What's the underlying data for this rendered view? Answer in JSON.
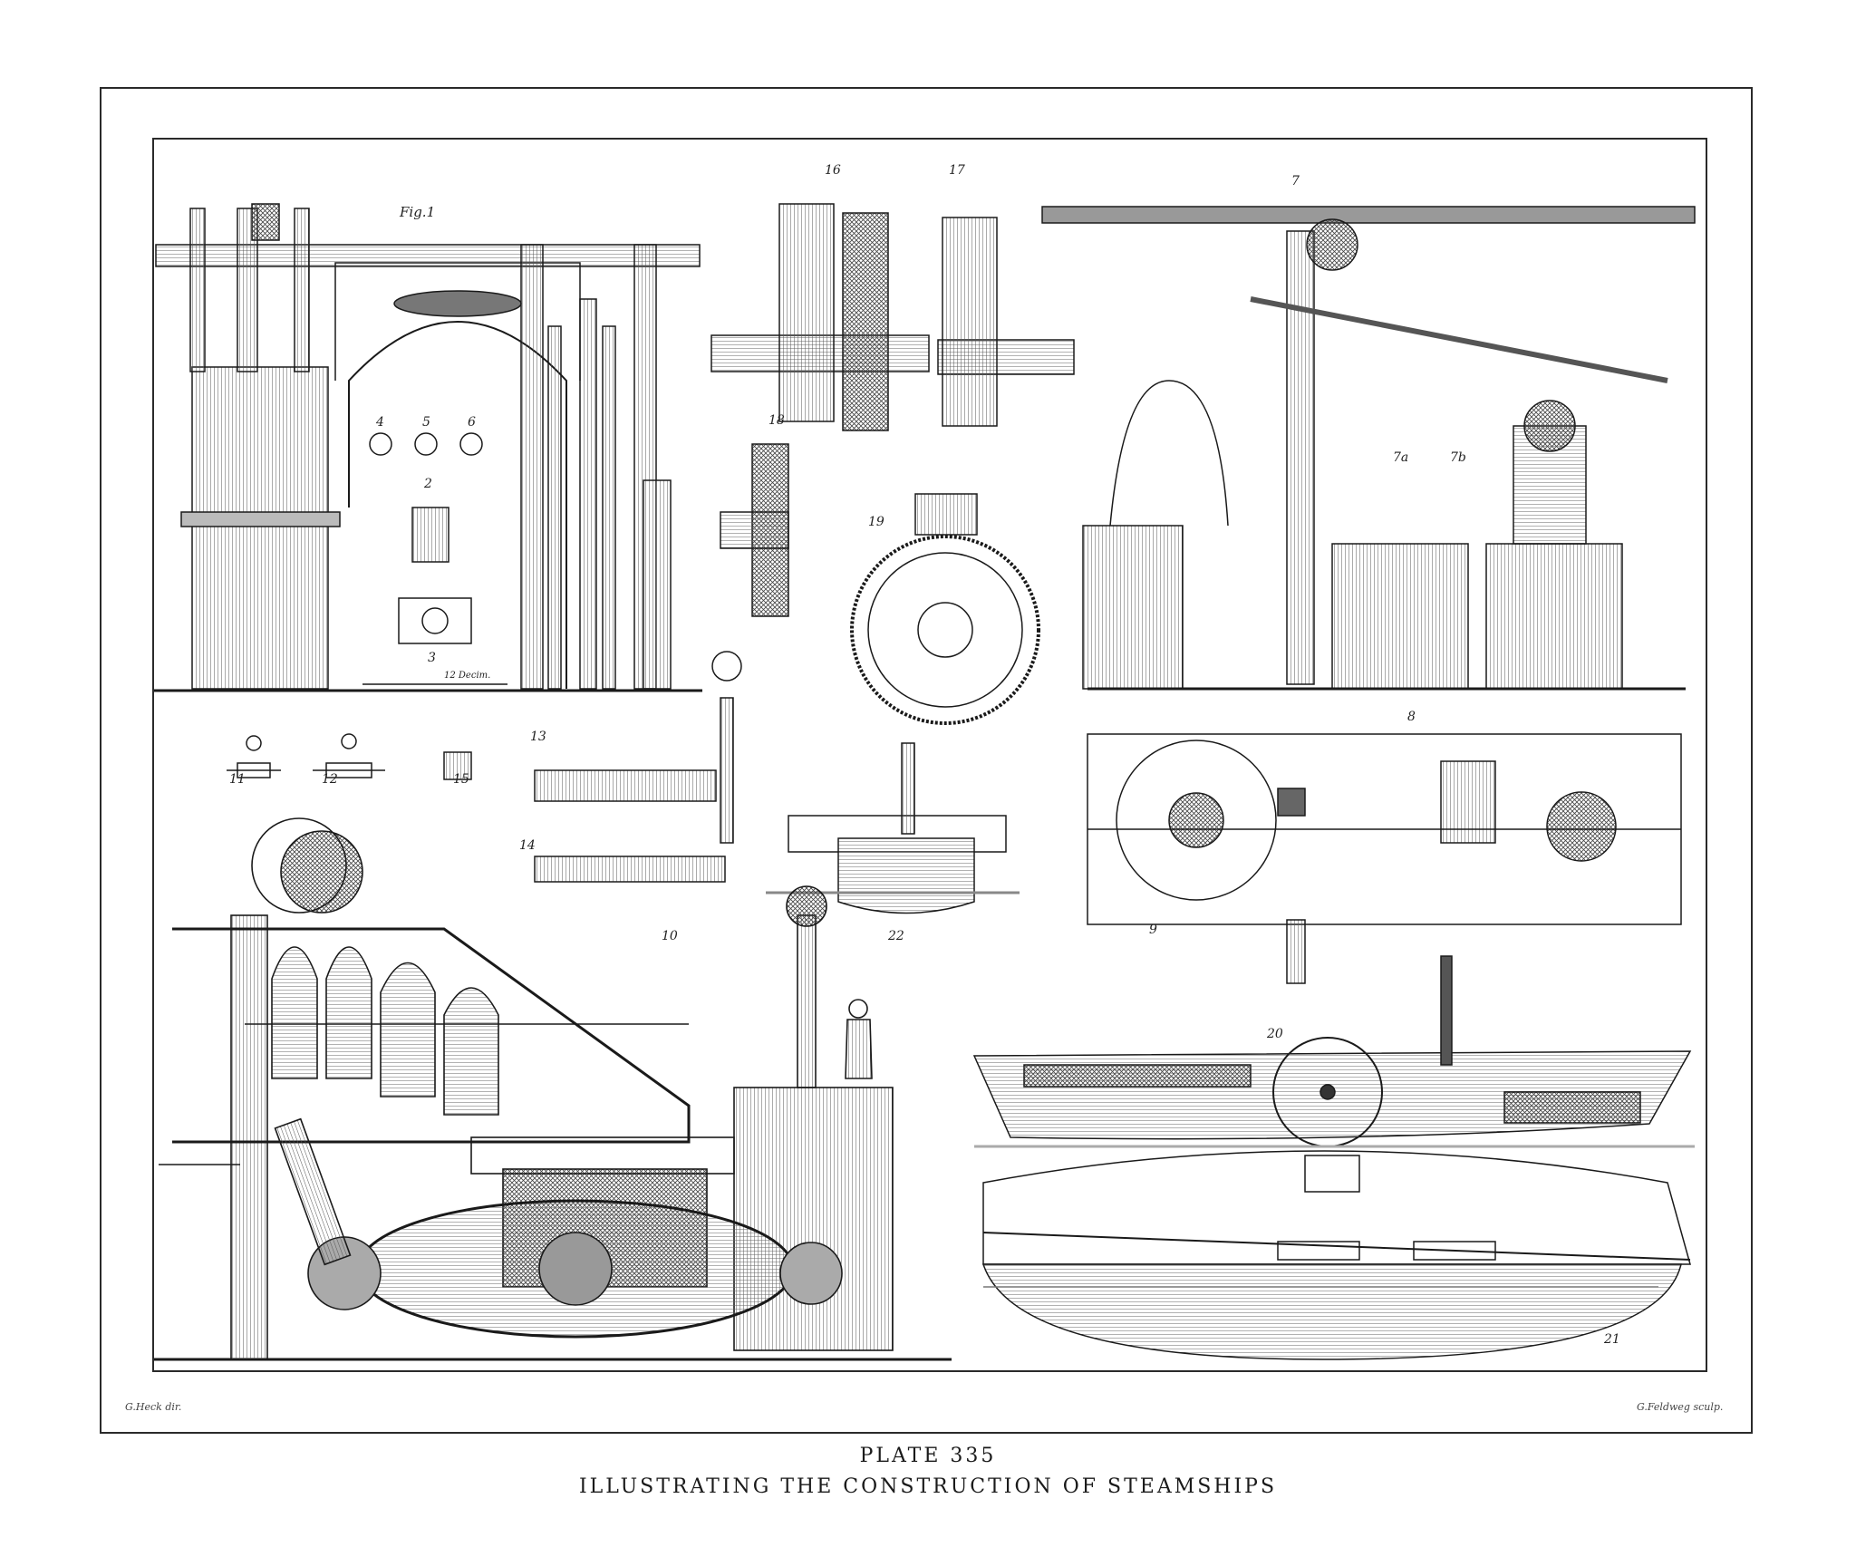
{
  "plate": {
    "title": "PLATE 335",
    "subtitle": "ILLUSTRATING THE CONSTRUCTION OF STEAMSHIPS"
  },
  "credits": {
    "left": "G.Heck dir.",
    "right": "G.Feldweg sculp."
  },
  "figures": [
    {
      "id": "fig1",
      "label": "Fig.1"
    },
    {
      "id": "fig2",
      "label": "2"
    },
    {
      "id": "fig3",
      "label": "3"
    },
    {
      "id": "fig4",
      "label": "4"
    },
    {
      "id": "fig5",
      "label": "5"
    },
    {
      "id": "fig6",
      "label": "6"
    },
    {
      "id": "fig7",
      "label": "7"
    },
    {
      "id": "fig7a",
      "label": "7a"
    },
    {
      "id": "fig7b",
      "label": "7b"
    },
    {
      "id": "fig8",
      "label": "8"
    },
    {
      "id": "fig9",
      "label": "9"
    },
    {
      "id": "fig10",
      "label": "10"
    },
    {
      "id": "fig11",
      "label": "11"
    },
    {
      "id": "fig12",
      "label": "12"
    },
    {
      "id": "fig13",
      "label": "13"
    },
    {
      "id": "fig14",
      "label": "14"
    },
    {
      "id": "fig15",
      "label": "15"
    },
    {
      "id": "fig16",
      "label": "16"
    },
    {
      "id": "fig17",
      "label": "17"
    },
    {
      "id": "fig18",
      "label": "18"
    },
    {
      "id": "fig19",
      "label": "19"
    },
    {
      "id": "fig20",
      "label": "20"
    },
    {
      "id": "fig21",
      "label": "21"
    },
    {
      "id": "fig22",
      "label": "22"
    }
  ],
  "scale_label": "12 Decim.",
  "colors": {
    "ink": "#1a1a1a",
    "paper": "#ffffff",
    "hatch": "#555555"
  }
}
